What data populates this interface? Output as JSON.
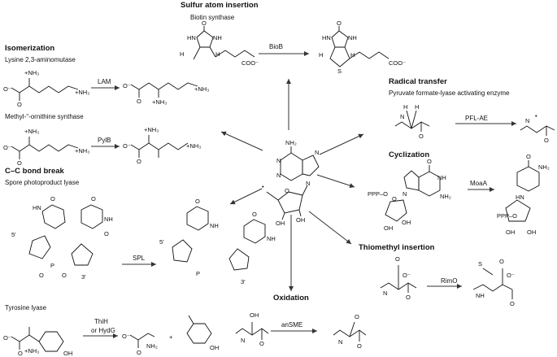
{
  "sections": {
    "sulfur": {
      "title": "Sulfur atom insertion",
      "subtitle": "Biotin synthase",
      "enzyme": "BioB"
    },
    "isomerization": {
      "title": "Isomerization",
      "subtitle1": "Lysine 2,3-aminomutase",
      "enzyme1": "LAM",
      "subtitle2": "Methyl-ʺ-ornithine synthase",
      "enzyme2": "PylB"
    },
    "radical": {
      "title": "Radical transfer",
      "subtitle": "Pyruvate formate-lyase activating enzyme",
      "enzyme": "PFL-AE"
    },
    "cyclization": {
      "title": "Cyclization",
      "enzyme": "MoaA"
    },
    "ccbreak": {
      "title": "C–C bond break",
      "subtitle": "Spore photoproduct lyase",
      "enzyme": "SPL"
    },
    "thiomethyl": {
      "title": "Thiomethyl insertion",
      "enzyme": "RimO"
    },
    "oxidation": {
      "title": "Oxidation",
      "enzyme": "anSME"
    },
    "tyrosine": {
      "subtitle": "Tyrosine lyase",
      "enzyme1": "ThiH",
      "enzyme2": "or HydG"
    }
  },
  "atoms": {
    "O": "O",
    "H": "H",
    "N": "N",
    "S": "S",
    "HN": "HN",
    "NH": "NH",
    "NH2": "NH₂",
    "NH3": "NH₃",
    "NH3p": "+NH₃",
    "coo": "COO⁻",
    "Om": "O⁻",
    "OH": "OH",
    "ppp": "PPP–O",
    "p": "P",
    "five": "5′",
    "three": "3′",
    "plus": "+",
    "dot": "•"
  }
}
